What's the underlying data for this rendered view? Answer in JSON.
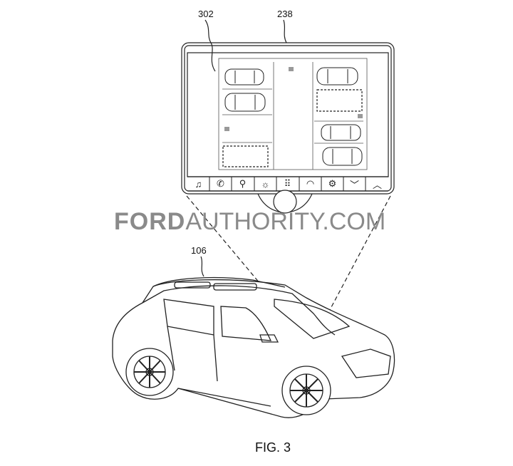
{
  "labels": {
    "display_ref": "238",
    "screen_ref": "302",
    "vehicle_ref": "106"
  },
  "figure_caption": "FIG. 3",
  "watermark": {
    "brand": "FORD",
    "rest": "AUTHORITY.COM"
  },
  "toolbar": [
    {
      "icon": "music-icon",
      "glyph": "♫"
    },
    {
      "icon": "phone-icon",
      "glyph": "✆"
    },
    {
      "icon": "navigation-icon",
      "glyph": "⚲"
    },
    {
      "icon": "climate-icon",
      "glyph": "☼"
    },
    {
      "icon": "apps-grid-icon",
      "glyph": "⠿"
    },
    {
      "icon": "gauge-icon",
      "glyph": "◠"
    },
    {
      "icon": "settings-icon",
      "glyph": "⚙"
    },
    {
      "icon": "chevron-down-icon",
      "glyph": "﹀"
    },
    {
      "icon": "chevron-up-icon",
      "glyph": "︿"
    }
  ],
  "colors": {
    "line": "#222222",
    "watermark": "#8a8a8a"
  }
}
